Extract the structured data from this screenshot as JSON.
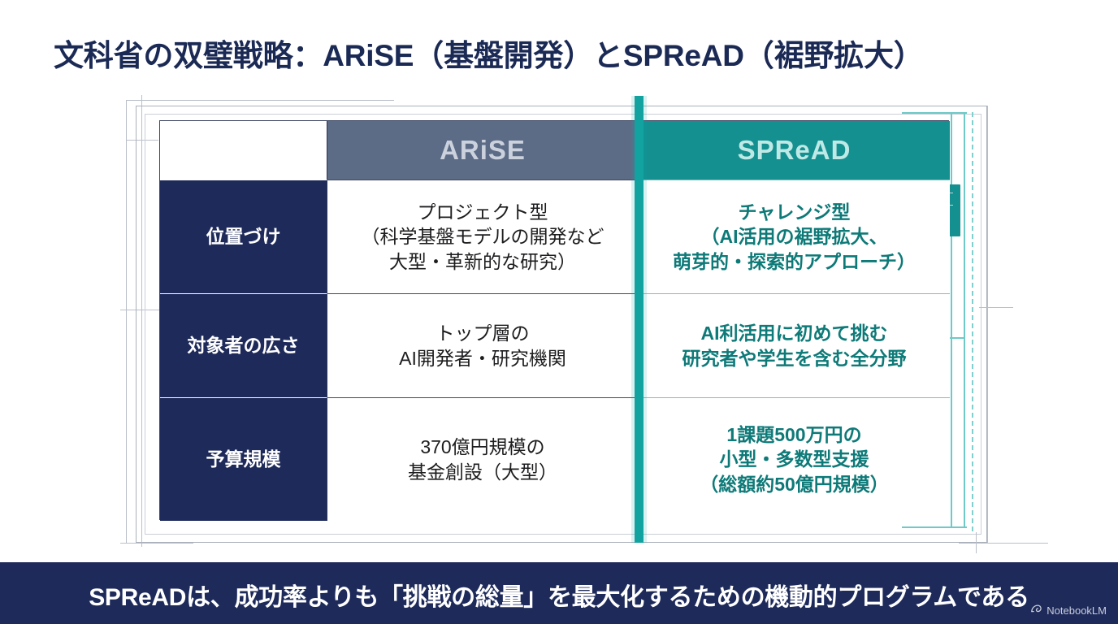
{
  "slide": {
    "title": "文科省の双璧戦略：ARiSE（基盤開発）とSPReAD（裾野拡大）",
    "caption": "SPReADは、成功率よりも「挑戦の総量」を最大化するための機動的プログラムである"
  },
  "table": {
    "columns": [
      {
        "key": "label",
        "header": ""
      },
      {
        "key": "arise",
        "header": "ARiSE"
      },
      {
        "key": "spread",
        "header": "SPReAD"
      }
    ],
    "rows": [
      {
        "label": "位置づけ",
        "arise": [
          "プロジェクト型",
          "（科学基盤モデルの開発など",
          "大型・革新的な研究）"
        ],
        "spread": [
          "チャレンジ型",
          "（AI活用の裾野拡大、",
          "萌芽的・探索的アプローチ）"
        ]
      },
      {
        "label": "対象者の広さ",
        "arise": [
          "トップ層の",
          "AI開発者・研究機関"
        ],
        "spread": [
          "AI利活用に初めて挑む",
          "研究者や学生を含む全分野"
        ]
      },
      {
        "label": "予算規模",
        "arise": [
          "370億円規模の",
          "基金創設（大型）"
        ],
        "spread": [
          "1課題500万円の",
          "小型・多数型支援",
          "（総額約50億円規模）"
        ]
      }
    ]
  },
  "watermark": {
    "label": "NotebookLM",
    "icon": "notebooklm-swirl-icon"
  },
  "colors": {
    "navy": "#1e2a5a",
    "slate": "#5c6b86",
    "teal": "#13908f",
    "teal_text": "#0e7a78",
    "teal_bar": "#12a3a0",
    "title_text": "#1b2a55",
    "page_bg": "#ffffff"
  }
}
